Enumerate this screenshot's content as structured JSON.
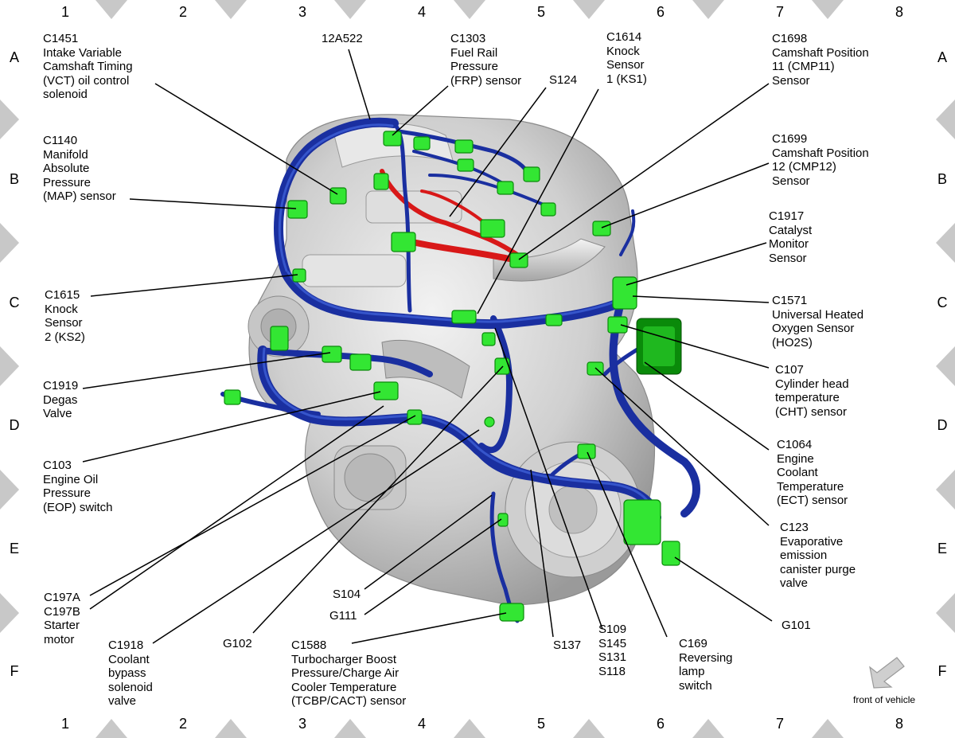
{
  "grid": {
    "columns": [
      "1",
      "2",
      "3",
      "4",
      "5",
      "6",
      "7",
      "8"
    ],
    "rows": [
      "A",
      "B",
      "C",
      "D",
      "E",
      "F"
    ]
  },
  "labels": {
    "c1451": "C1451\nIntake Variable\nCamshaft Timing\n(VCT) oil control\nsolenoid",
    "w12a522": "12A522",
    "c1303": "C1303\nFuel Rail\nPressure\n(FRP) sensor",
    "s124": "S124",
    "c1614": "C1614\nKnock\nSensor\n1 (KS1)",
    "c1698": "C1698\nCamshaft Position\n11 (CMP11)\nSensor",
    "c1140": "C1140\nManifold\nAbsolute\nPressure\n(MAP) sensor",
    "c1699": "C1699\nCamshaft Position\n12 (CMP12)\nSensor",
    "c1917": "C1917\nCatalyst\nMonitor\nSensor",
    "c1615": "C1615\nKnock\nSensor\n2 (KS2)",
    "c1571": "C1571\nUniversal Heated\nOxygen Sensor\n(HO2S)",
    "c107": "C107\nCylinder head\ntemperature\n(CHT) sensor",
    "c1919": "C1919\nDegas\nValve",
    "c1064": "C1064\nEngine\nCoolant\nTemperature\n(ECT) sensor",
    "c103": "C103\nEngine Oil\nPressure\n(EOP) switch",
    "c123": "C123\nEvaporative\nemission\ncanister purge\nvalve",
    "c197": "C197A\nC197B\nStarter\nmotor",
    "s104": "S104",
    "g111": "G111",
    "g101": "G101",
    "c1918": "C1918\nCoolant\nbypass\nsolenoid\nvalve",
    "g102": "G102",
    "c1588": "C1588\nTurbocharger Boost\nPressure/Charge Air\nCooler Temperature\n(TCBP/CACT) sensor",
    "s137": "S137",
    "s109": "S109\nS145\nS131\nS118",
    "c169": "C169\nReversing\nlamp\nswitch"
  },
  "front_of_vehicle": "front of vehicle",
  "colors": {
    "harness": "#1a2fa0",
    "harness_highlight": "#3d5fd6",
    "connector": "#33e633",
    "connector_dark": "#0a8a0a",
    "fuel_line": "#d81818",
    "engine": "#d6d6d6",
    "engine_shade": "#a8a8a8",
    "grid_marker": "#c8c8c8"
  }
}
